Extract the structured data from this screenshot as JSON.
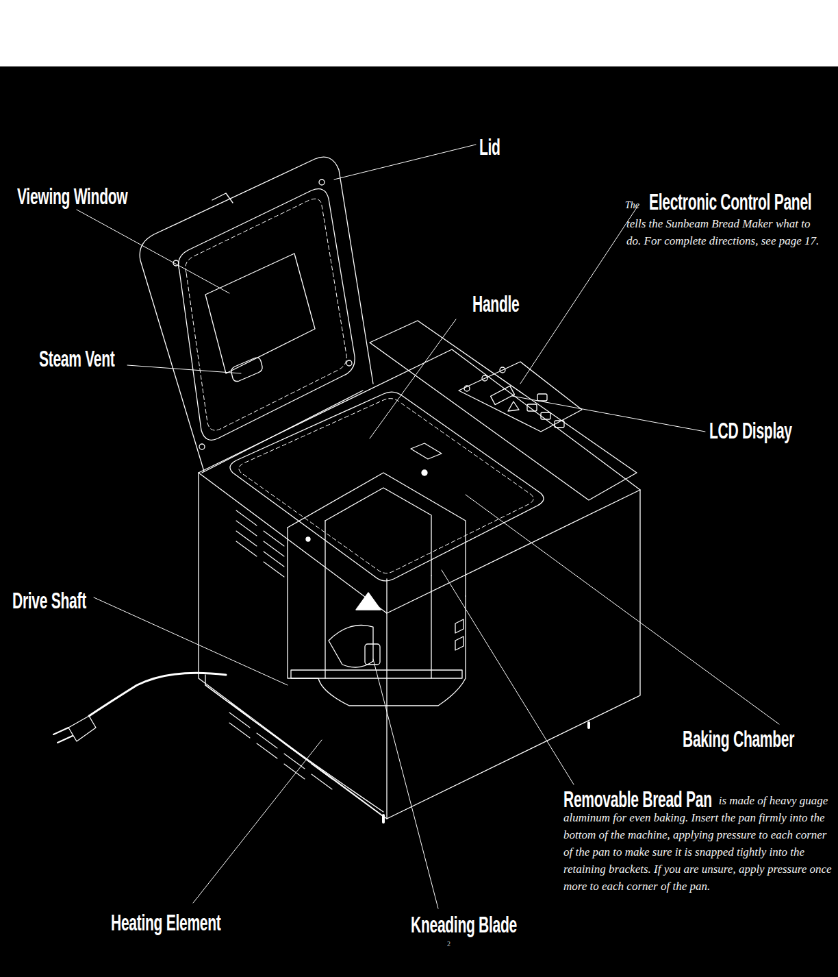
{
  "diagram": {
    "labels": [
      "Lid",
      "Viewing Window",
      "The",
      "Electronic Control Panel",
      "tells the Sunbeam Bread Maker what to do. For complete directions, see page 17.",
      "Steam Vent",
      "Handle",
      "LCD Display",
      "Drive Shaft",
      "Baking Chamber",
      "Removable Bread Pan",
      "is made of heavy guage aluminum for even baking. Insert the pan firmly into the bottom of the machine, applying pressure to each corner of the pan to make sure it is snapped tightly into the retaining brackets. If you are unsure, apply pressure once more to each corner of the pan.",
      "Heating Element",
      "Kneading Blade",
      "2"
    ]
  }
}
